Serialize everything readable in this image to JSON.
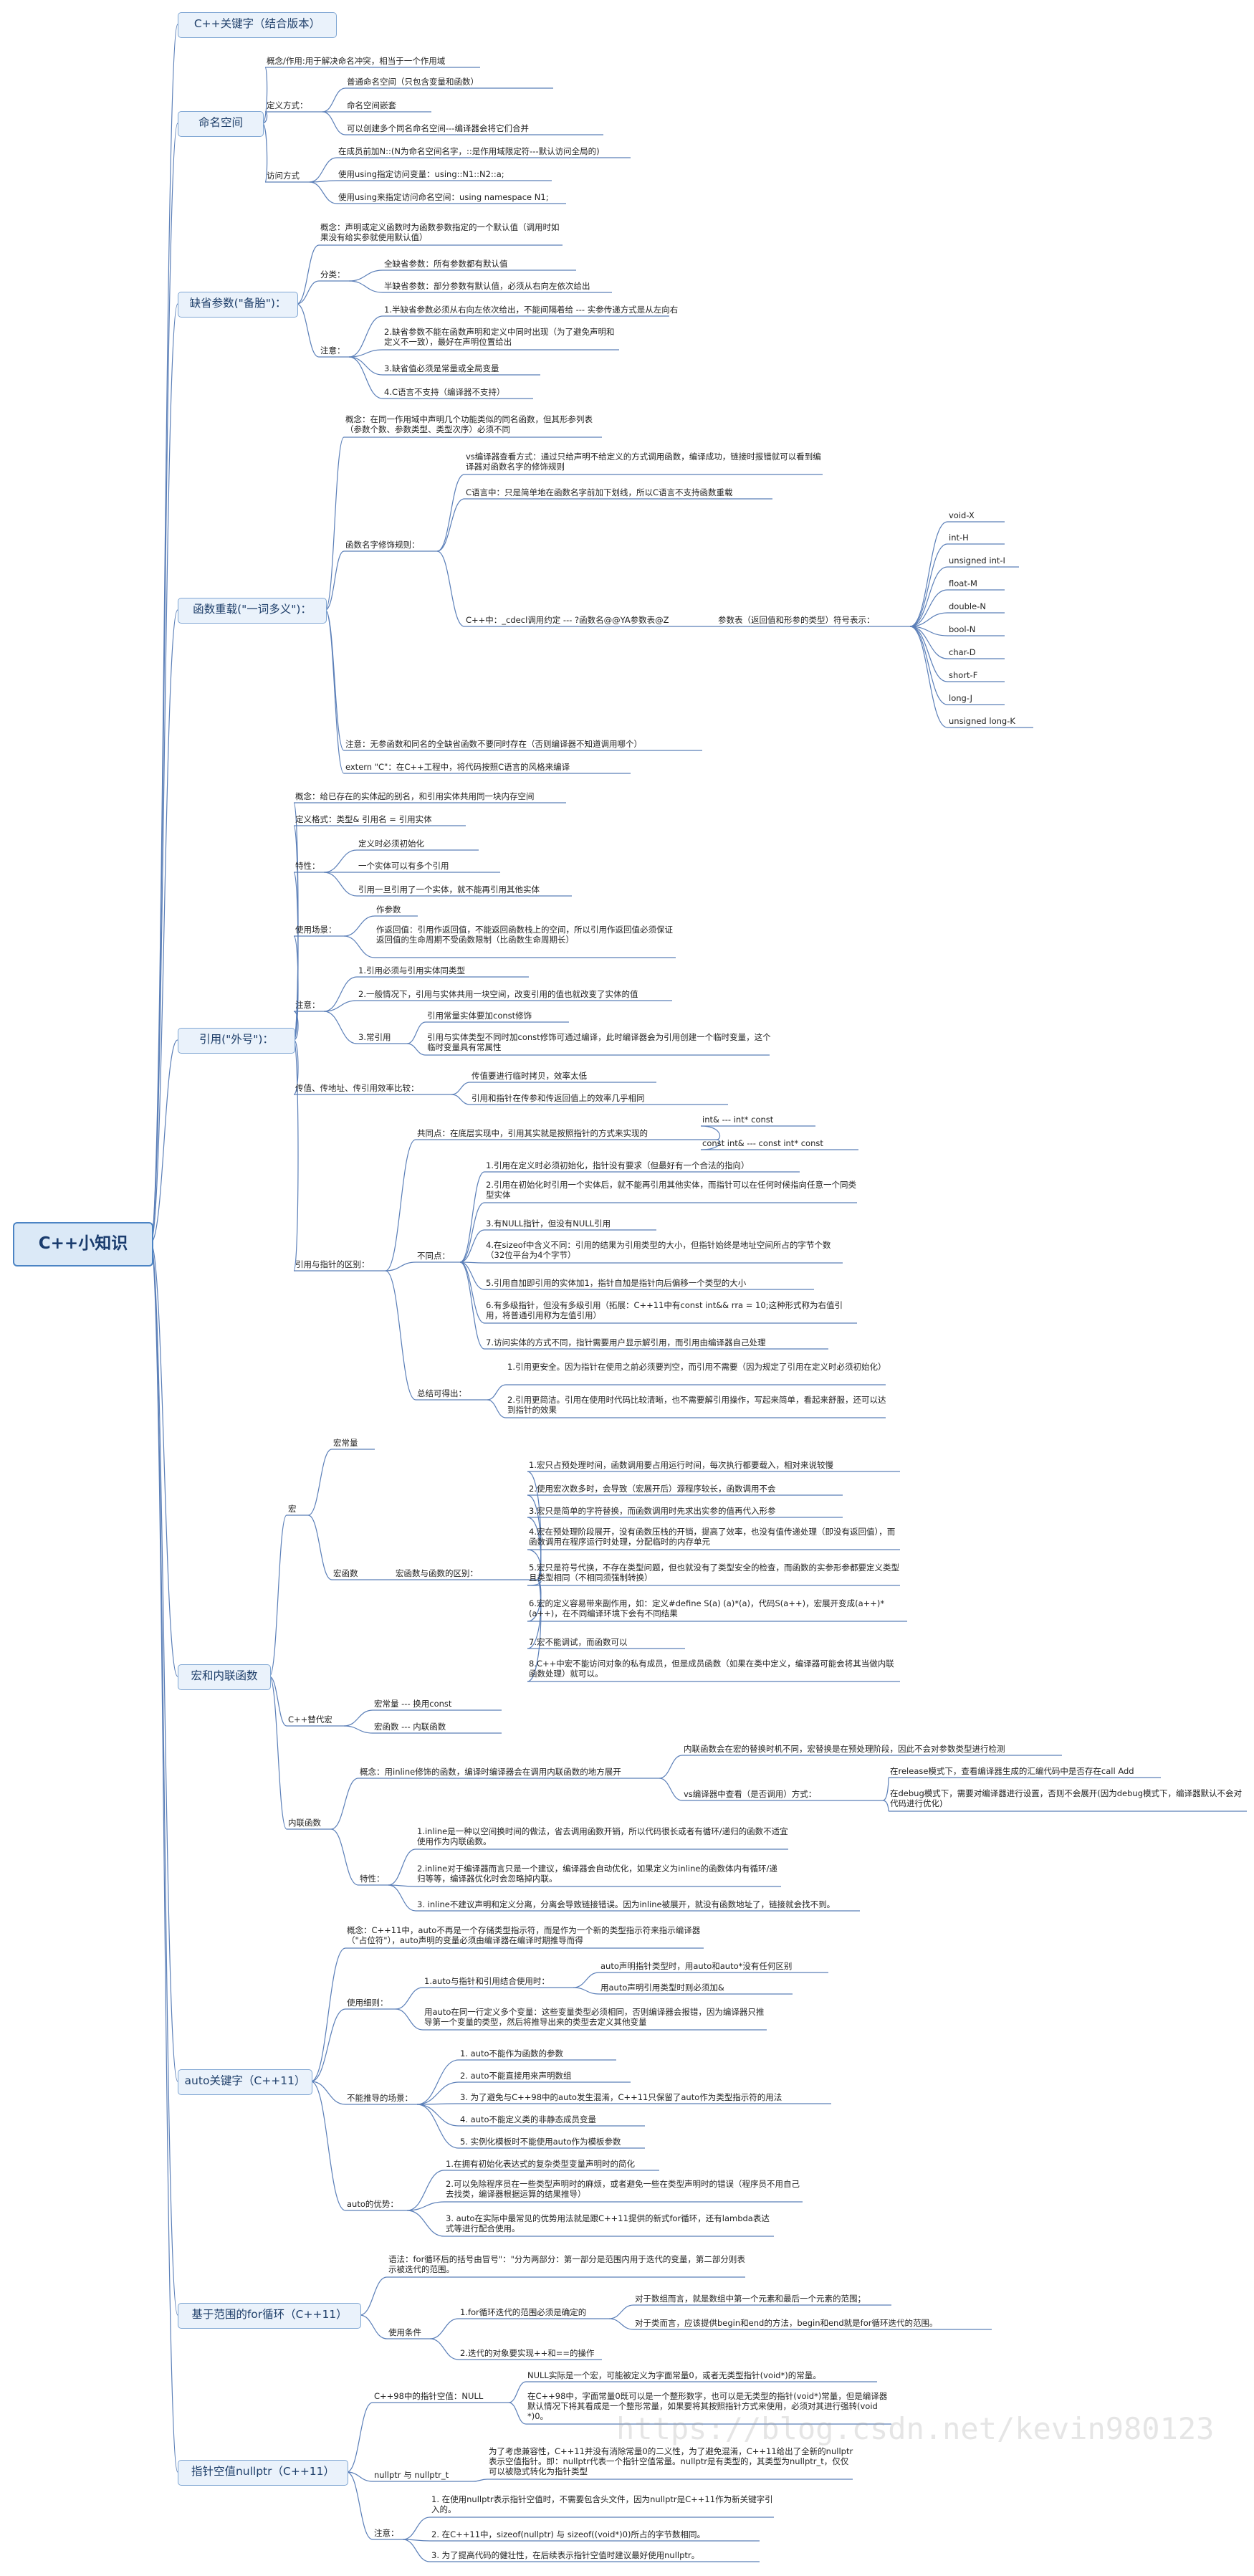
{
  "root": "C++小知识",
  "topics": [
    "C++关键字（结合版本）",
    "命名空间",
    "缺省参数(\"备胎\")：",
    "函数重载(\"一词多义\")：",
    "引用(\"外号\")：",
    "宏和内联函数",
    "auto关键字（C++11）",
    "基于范围的for循环（C++11）",
    "指针空值nullptr（C++11）"
  ],
  "namespace": {
    "concept": "概念/作用:用于解决命名冲突，相当于一个作用域",
    "def_label": "定义方式：",
    "defs": [
      "普通命名空间（只包含变量和函数）",
      "命名空间嵌套",
      "可以创建多个同名命名空间---编译器会将它们合并"
    ],
    "access_label": "访问方式",
    "access": [
      "在成员前加N::(N为命名空间名字，::是作用域限定符---默认访问全局的)",
      "使用using指定访问变量：using::N1::N2::a;",
      "使用using来指定访问命名空间：using namespace N1;"
    ]
  },
  "default_args": {
    "concept": "概念：声明或定义函数时为函数参数指定的一个默认值（调用时如果没有给实参就使用默认值）",
    "class_label": "分类：",
    "classes": [
      "全缺省参数：所有参数都有默认值",
      "半缺省参数：部分参数有默认值，必须从右向左依次给出"
    ],
    "note_label": "注意：",
    "notes": [
      "1.半缺省参数必须从右向左依次给出，不能间隔着给 --- 实参传递方式是从左向右",
      "2.缺省参数不能在函数声明和定义中同时出现（为了避免声明和定义不一致），最好在声明位置给出",
      "3.缺省值必须是常量或全局变量",
      "4.C语言不支持（编译器不支持）"
    ]
  },
  "overload": {
    "concept": "概念：在同一作用域中声明几个功能类似的同名函数，但其形参列表（参数个数、参数类型、类型次序）必须不同",
    "mangling_label": "函数名字修饰规则：",
    "vs_rule": "vs编译器查看方式：通过只给声明不给定义的方式调用函数，编译成功，链接时报错就可以看到编译器对函数名字的修饰规则",
    "c_rule": "C语言中：只是简单地在函数名字前加下划线，所以C语言不支持函数重载",
    "cpp_rule": "C++中：_cdecl调用约定 --- ?函数名@@YA参数表@Z",
    "param_label": "参数表（返回值和形参的类型）符号表示：",
    "symbols": [
      "void-X",
      "int-H",
      "unsigned int-I",
      "float-M",
      "double-N",
      "bool-N",
      "char-D",
      "short-F",
      "long-J",
      "unsigned long-K"
    ],
    "note": "注意：无参函数和同名的全缺省函数不要同时存在（否则编译器不知道调用哪个）",
    "extern_c": "extern \"C\"：在C++工程中，将代码按照C语言的风格来编译"
  },
  "reference": {
    "concept": "概念：给已存在的实体起的别名，和引用实体共用同一块内存空间",
    "def": "定义格式：类型& 引用名 = 引用实体",
    "feature_label": "特性：",
    "features": [
      "定义时必须初始化",
      "一个实体可以有多个引用",
      "引用一旦引用了一个实体，就不能再引用其他实体"
    ],
    "usage_label": "使用场景：",
    "usage": [
      "作参数",
      "作返回值：引用作返回值，不能返回函数栈上的空间，所以引用作返回值必须保证返回值的生命周期不受函数限制（比函数生命周期长）"
    ],
    "note_label": "注意：",
    "notes": [
      "1.引用必须与引用实体同类型",
      "2.一般情况下，引用与实体共用一块空间，改变引用的值也就改变了实体的值"
    ],
    "const_ref_label": "3.常引用",
    "const_ref": [
      "引用常量实体要加const修饰",
      "引用与实体类型不同时加const修饰可通过编译，此时编译器会为引用创建一个临时变量，这个临时变量具有常属性"
    ],
    "eff_label": "传值、传地址、传引用效率比较：",
    "eff": [
      "传值要进行临时拷贝，效率太低",
      "引用和指针在传参和传返回值上的效率几乎相同"
    ],
    "diff_label": "引用与指针的区别：",
    "same_label": "共同点：在底层实现中，引用其实就是按照指针的方式来实现的",
    "same": [
      "int& --- int* const",
      "const int& --- const int* const"
    ],
    "diff2_label": "不同点：",
    "diffs": [
      "1.引用在定义时必须初始化，指针没有要求（但最好有一个合法的指向）",
      "2.引用在初始化时引用一个实体后，就不能再引用其他实体，而指针可以在任何时候指向任意一个同类型实体",
      "3.有NULL指针，但没有NULL引用",
      "4.在sizeof中含义不同：引用的结果为引用类型的大小，但指针始终是地址空间所占的字节个数（32位平台为4个字节）",
      "5.引用自加即引用的实体加1，指针自加是指针向后偏移一个类型的大小",
      "6.有多级指针，但没有多级引用（拓展：C++11中有const int&& rra = 10;这种形式称为右值引用，将普通引用称为左值引用）",
      "7.访问实体的方式不同，指针需要用户显示解引用，而引用由编译器自己处理"
    ],
    "summary_label": "总结可得出：",
    "summary": [
      "1.引用更安全。因为指针在使用之前必须要判空，而引用不需要（因为规定了引用在定义时必须初始化）",
      "2.引用更简洁。引用在使用时代码比较清晰，也不需要解引用操作，写起来简单，看起来舒服，还可以达到指针的效果"
    ]
  },
  "macro": {
    "macro_label": "宏",
    "const_macro": "宏常量",
    "func_macro": "宏函数",
    "diff_label": "宏函数与函数的区别：",
    "diffs": [
      "1.宏只占预处理时间，函数调用要占用运行时间，每次执行都要载入，相对来说较慢",
      "2.使用宏次数多时，会导致（宏展开后）源程序较长，函数调用不会",
      "3.宏只是简单的字符替换，而函数调用时先求出实参的值再代入形参",
      "4.宏在预处理阶段展开，没有函数压栈的开销，提高了效率，也没有值传递处理（即没有返回值），而函数调用在程序运行时处理，分配临时的内存单元",
      "5.宏只是符号代换，不存在类型问题，但也就没有了类型安全的检查，而函数的实参形参都要定义类型且类型相同（不相同须强制转换）",
      "6.宏的定义容易带来副作用，如：定义#define S(a) (a)*(a)，代码S(a++)，宏展开变成(a++)*(a++)，在不同编译环境下会有不同结果",
      "7.宏不能调试，而函数可以",
      "8.C++中宏不能访问对象的私有成员，但是成员函数（如果在类中定义，编译器可能会将其当做内联函数处理）就可以。"
    ],
    "cpp_replace_label": "C++替代宏",
    "replace": [
      "宏常量 --- 换用const",
      "宏函数 --- 内联函数"
    ],
    "inline_label": "内联函数",
    "inline_concept": "概念：用inline修饰的函数，编译时编译器会在调用内联函数的地方展开",
    "inline_expand": "内联函数会在宏的替换时机不同，宏替换是在预处理阶段，因此不会对参数类型进行检测",
    "vs_view": "vs编译器中查看（是否调用）方式：",
    "vs_views": [
      "在release模式下，查看编译器生成的汇编代码中是否存在call Add",
      "在debug模式下，需要对编译器进行设置，否则不会展开(因为debug模式下，编译器默认不会对代码进行优化)"
    ],
    "feature_label": "特性：",
    "features": [
      "1.inline是一种以空间换时间的做法，省去调用函数开销，所以代码很长或者有循环/递归的函数不适宜使用作为内联函数。",
      "2.inline对于编译器而言只是一个建议，编译器会自动优化，如果定义为inline的函数体内有循环/递归等等，编译器优化时会忽略掉内联。",
      "3. inline不建议声明和定义分离，分离会导致链接错误。因为inline被展开，就没有函数地址了，链接就会找不到。"
    ]
  },
  "auto": {
    "concept": "概念：C++11中，auto不再是一个存储类型指示符，而是作为一个新的类型指示符来指示编译器（\"占位符\"），auto声明的变量必须由编译器在编译时期推导而得",
    "detail_label": "使用细则：",
    "combine_label": "1.auto与指针和引用结合使用时：",
    "combine": [
      "auto声明指针类型时，用auto和auto*没有任何区别",
      "用auto声明引用类型时则必须加&"
    ],
    "multi": "用auto在同一行定义多个变量：这些变量类型必须相同，否则编译器会报错，因为编译器只推导第一个变量的类型，然后将推导出来的类型去定义其他变量",
    "no_label": "不能推导的场景：",
    "no": [
      "1. auto不能作为函数的参数",
      "2. auto不能直接用来声明数组",
      "3. 为了避免与C++98中的auto发生混淆，C++11只保留了auto作为类型指示符的用法",
      "4. auto不能定义类的非静态成员变量",
      "5. 实例化模板时不能使用auto作为模板参数"
    ],
    "adv_label": "auto的优势：",
    "adv": [
      "1.在拥有初始化表达式的复杂类型变量声明时的简化",
      "2.可以免除程序员在一些类型声明时的麻烦，或者避免一些在类型声明时的错误（程序员不用自己去找类，编译器根据运算的结果推导）",
      "3. auto在实际中最常见的优势用法就是跟C++11提供的新式for循环，还有lambda表达式等进行配合使用。"
    ]
  },
  "range_for": {
    "syntax": "语法：for循环后的括号由冒号\"：\"分为两部分：第一部分是范围内用于迭代的变量，第二部分则表示被迭代的范围。",
    "cond_label": "使用条件",
    "cond1": "1.for循环迭代的范围必须是确定的",
    "cond1_items": [
      "对于数组而言，就是数组中第一个元素和最后一个元素的范围；",
      "对于类而言，应该提供begin和end的方法，begin和end就是for循环迭代的范围。"
    ],
    "cond2": "2.迭代的对象要实现++和==的操作"
  },
  "nullptr": {
    "c98_label": "C++98中的指针空值：NULL",
    "c98": [
      "NULL实际是一个宏，可能被定义为字面常量0，或者无类型指针(void*)的常量。",
      "在C++98中，字面常量0既可以是一个整形数字，也可以是无类型的指针(void*)常量，但是编译器默认情况下将其看成是一个整形常量，如果要将其按照指针方式来使用，必须对其进行强转(void *)0。"
    ],
    "vs_label": "nullptr 与 nullptr_t",
    "vs": "为了考虑兼容性，C++11并没有消除常量0的二义性，为了避免混淆，C++11给出了全新的nullptr表示空值指针。即：nullptr代表一个指针空值常量。nullptr是有类型的，其类型为nullptr_t，仅仅可以被隐式转化为指针类型",
    "note_label": "注意：",
    "notes": [
      "1. 在使用nullptr表示指针空值时，不需要包含头文件，因为nullptr是C++11作为新关键字引入的。",
      "2. 在C++11中，sizeof(nullptr) 与 sizeof((void*)0)所占的字节数相同。",
      "3. 为了提高代码的健壮性，在后续表示指针空值时建议最好使用nullptr。"
    ]
  },
  "watermark": "https://blog.csdn.net/kevin980123"
}
